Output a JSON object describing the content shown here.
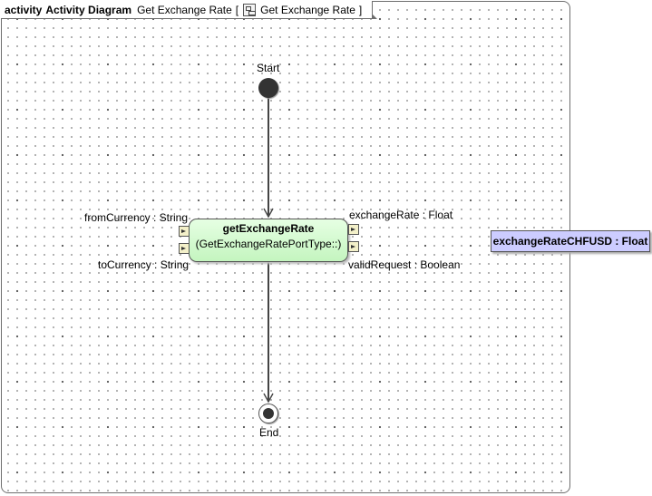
{
  "frame": {
    "keyword": "activity",
    "diagram_name": "Activity Diagram",
    "activity_name": "Get Exchange Rate",
    "open_bracket": "[",
    "context_name": "Get Exchange Rate",
    "close_bracket": "]",
    "context_icon": "activity-diagram-icon"
  },
  "nodes": {
    "start": {
      "label": "Start"
    },
    "end": {
      "label": "End"
    },
    "action": {
      "name": "getExchangeRate",
      "subtitle": "(GetExchangeRatePortType::)"
    }
  },
  "pins": {
    "input_1": "fromCurrency : String",
    "input_2": "toCurrency : String",
    "output_1": "exchangeRate : Float",
    "output_2": "validRequest : Boolean"
  },
  "central_buffer": {
    "label": "exchangeRateCHFUSD : Float"
  },
  "colors": {
    "action_fill": "#c4f5bf",
    "pin_fill": "#f3f0c9",
    "buffer_fill": "#ccccff",
    "node_fill": "#333333"
  }
}
